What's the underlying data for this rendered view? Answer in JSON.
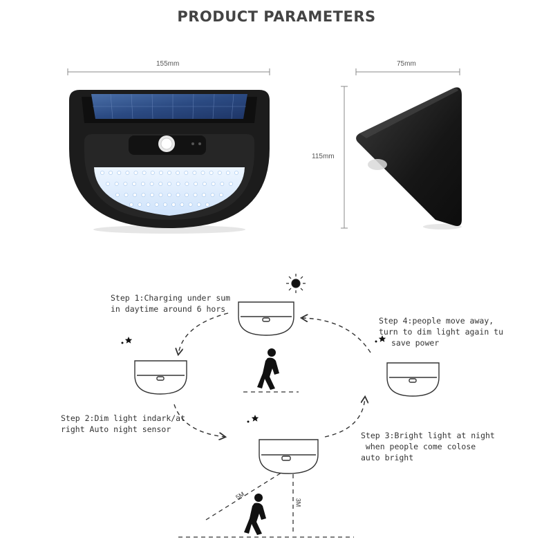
{
  "title": "PRODUCT PARAMETERS",
  "dimensions": {
    "width": "155mm",
    "depth": "75mm",
    "height": "115mm"
  },
  "steps": {
    "step1": [
      "Step 1:Charging under sum",
      "in daytime around 6 hors"
    ],
    "step2": [
      "Step 2:Dim light indark/at",
      "right Auto night sensor"
    ],
    "step3": [
      "Step 3:Bright light at night",
      " when people come colose",
      "auto bright"
    ],
    "step4": [
      "Step 4:people move away,",
      "turn to dim light again tu",
      "save power"
    ]
  },
  "distance_labels": {
    "diagonal": "5M",
    "vertical": "3M"
  },
  "colors": {
    "lamp_body": "#1b1b1b",
    "solar_panel": "#2e4f86",
    "led_panel": "#d9ecff"
  },
  "icons": [
    "sun-icon",
    "moon-star-icon",
    "walking-person-icon",
    "lamp-icon",
    "dashed-arrow-icon"
  ]
}
